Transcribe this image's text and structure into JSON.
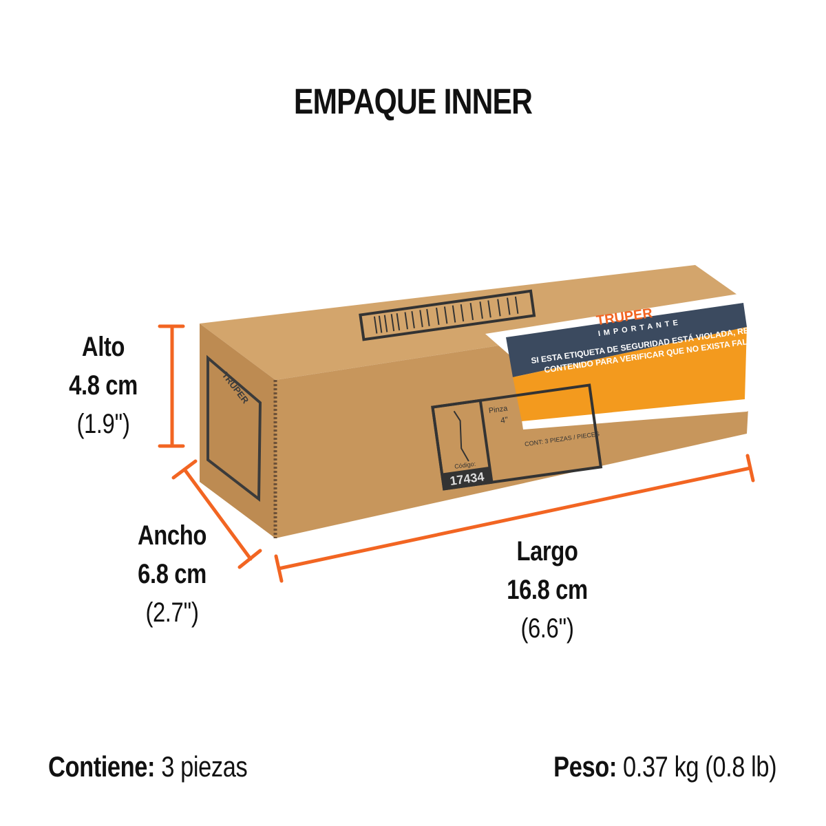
{
  "title": "EMPAQUE INNER",
  "dimensions": {
    "alto": {
      "label": "Alto",
      "metric": "4.8 cm",
      "imperial": "(1.9'')"
    },
    "ancho": {
      "label": "Ancho",
      "metric": "6.8 cm",
      "imperial": "(2.7'')"
    },
    "largo": {
      "label": "Largo",
      "metric": "16.8 cm",
      "imperial": "(6.6'')"
    }
  },
  "footer": {
    "contents_label": "Contiene:",
    "contents_value": "3 piezas",
    "weight_label": "Peso:",
    "weight_value": "0.37 kg (0.8 lb)"
  },
  "box": {
    "brand": "TRUPER",
    "seal_heading": "IMPORTANTE",
    "seal_text_1": "SI ESTA ETIQUETA DE SEGURIDAD ESTÁ VIOLADA, REVISE EL",
    "seal_text_2": "CONTENIDO PARA VERIFICAR QUE NO EXISTA FALTANTE",
    "code_label": "Código:",
    "code": "17434",
    "product": "Pinza",
    "size": "4\"",
    "contents": "CONT: 3 PIEZAS / PIECES"
  },
  "colors": {
    "accent": "#f26522",
    "cardboard": "#c89a62",
    "seal_blue": "#3b4a5f",
    "seal_orange": "#f39a1e"
  }
}
